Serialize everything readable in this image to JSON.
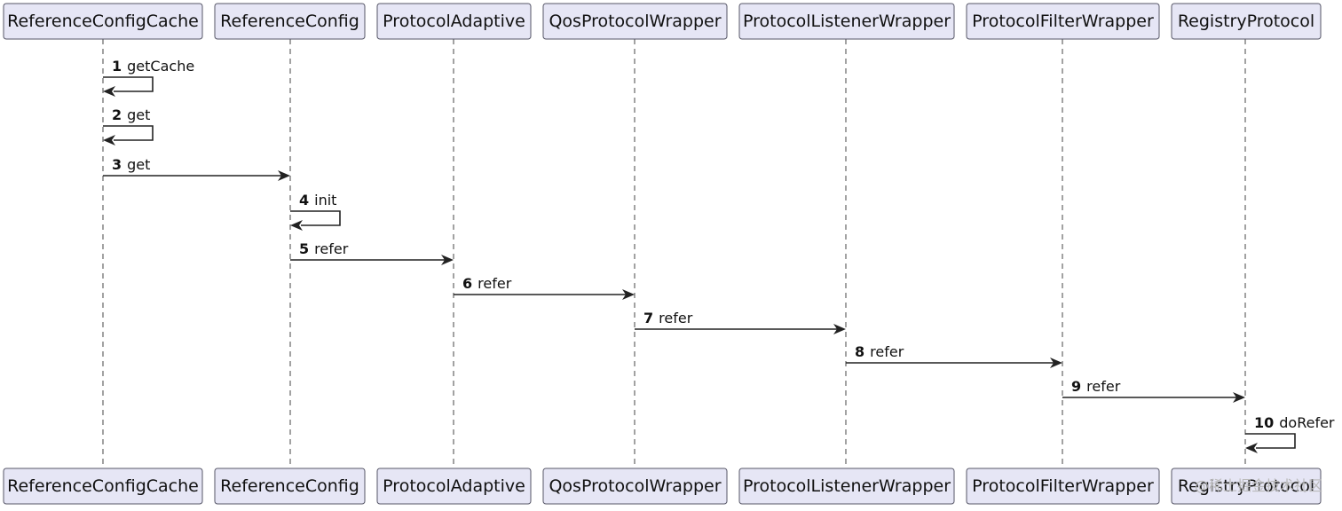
{
  "participants": [
    {
      "name": "ReferenceConfigCache"
    },
    {
      "name": "ReferenceConfig"
    },
    {
      "name": "ProtocolAdaptive"
    },
    {
      "name": "QosProtocolWrapper"
    },
    {
      "name": "ProtocolListenerWrapper"
    },
    {
      "name": "ProtocolFilterWrapper"
    },
    {
      "name": "RegistryProtocol"
    }
  ],
  "messages": [
    {
      "num": "1",
      "label": "getCache",
      "from": 0,
      "to": 0
    },
    {
      "num": "2",
      "label": "get",
      "from": 0,
      "to": 0
    },
    {
      "num": "3",
      "label": "get",
      "from": 0,
      "to": 1
    },
    {
      "num": "4",
      "label": "init",
      "from": 1,
      "to": 1
    },
    {
      "num": "5",
      "label": "refer",
      "from": 1,
      "to": 2
    },
    {
      "num": "6",
      "label": "refer",
      "from": 2,
      "to": 3
    },
    {
      "num": "7",
      "label": "refer",
      "from": 3,
      "to": 4
    },
    {
      "num": "8",
      "label": "refer",
      "from": 4,
      "to": 5
    },
    {
      "num": "9",
      "label": "refer",
      "from": 5,
      "to": 6
    },
    {
      "num": "10",
      "label": "doRefer",
      "from": 6,
      "to": 6
    }
  ],
  "watermark": "@稀土掘金技术社区"
}
